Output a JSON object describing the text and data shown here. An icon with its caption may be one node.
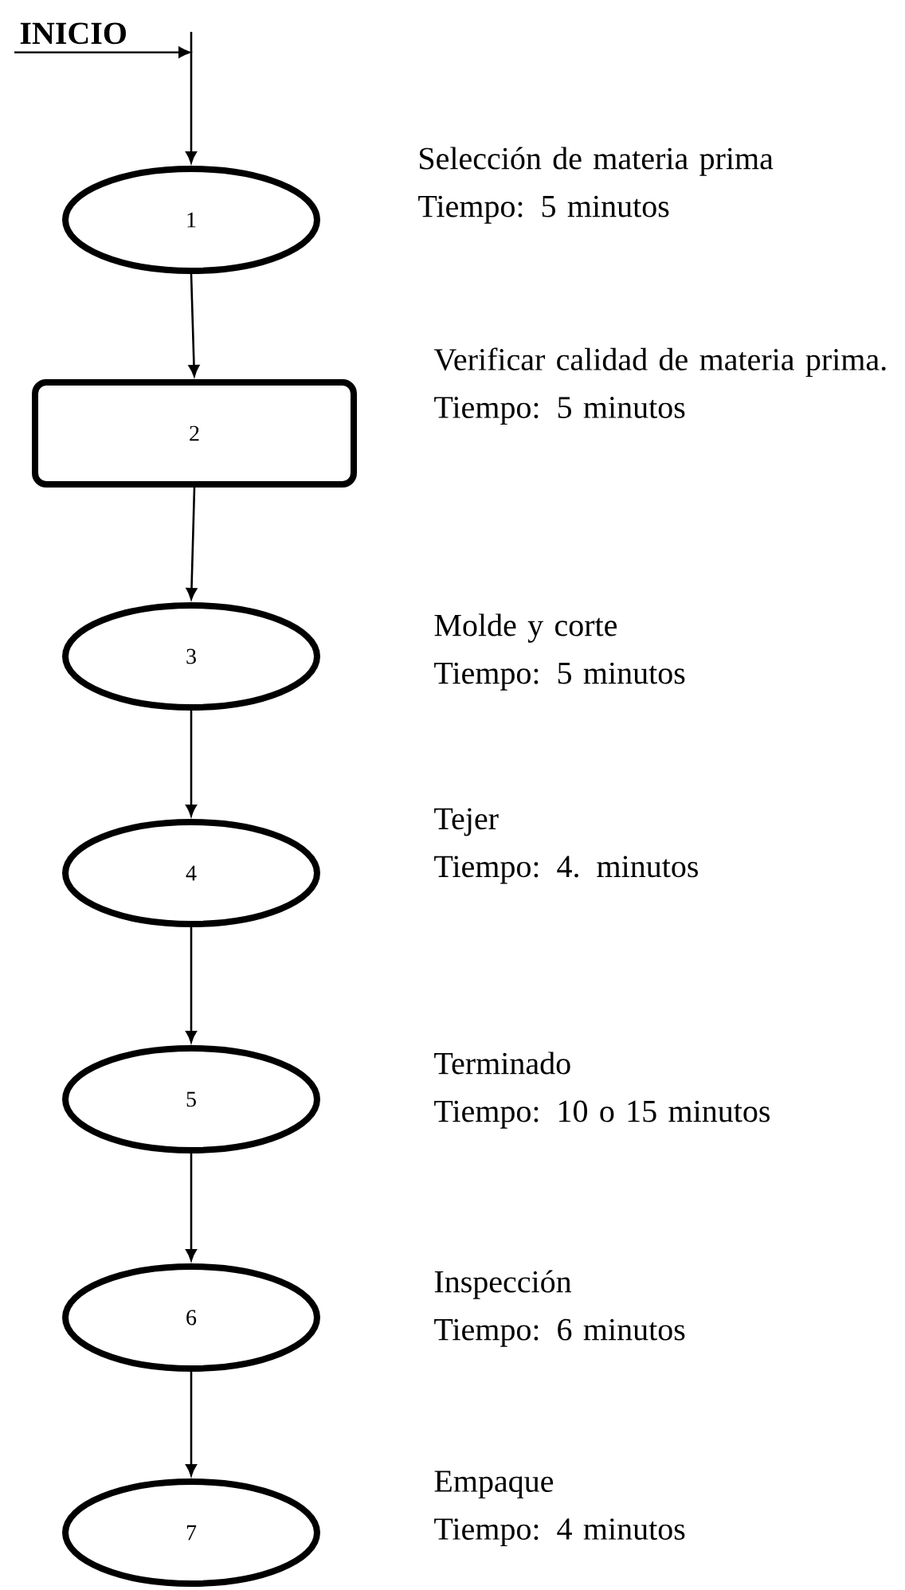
{
  "diagram": {
    "nodes": [
      {
        "text": [
          "INICIO"
        ]
      },
      {
        "text": [
          "1"
        ],
        "beside": [
          "Selección de materia prima",
          "Tiempo: 5 minutos"
        ]
      },
      {
        "text": [
          "2"
        ],
        "beside": [
          "Verificar calidad de materia prima.",
          "Tiempo: 5 minutos"
        ]
      },
      {
        "text": [
          "3"
        ],
        "beside": [
          "Molde y corte",
          "Tiempo: 5 minutos"
        ]
      },
      {
        "text": [
          "4"
        ],
        "beside": [
          "Tejer",
          "Tiempo:  4. minutos"
        ]
      },
      {
        "text": [
          "5"
        ],
        "beside": [
          "Terminado",
          "Tiempo: 10 o 15 minutos"
        ]
      },
      {
        "text": [
          "6"
        ],
        "beside": [
          "Inspección",
          "Tiempo: 6 minutos"
        ]
      },
      {
        "text": [
          "7"
        ],
        "beside": [
          "Empaque",
          "Tiempo: 4 minutos"
        ]
      }
    ],
    "edges": [
      {
        "from": 0,
        "to": null,
        "arrow": "to"
      },
      {
        "from": null,
        "to": 1,
        "arrow": "to"
      },
      {
        "from": 1,
        "to": 2,
        "arrow": "to"
      },
      {
        "from": 2,
        "to": 3,
        "arrow": "to"
      },
      {
        "from": 3,
        "to": 4,
        "arrow": "to"
      },
      {
        "from": 4,
        "to": 5,
        "arrow": "to"
      },
      {
        "from": 5,
        "to": 6,
        "arrow": "to"
      },
      {
        "from": 6,
        "to": 7,
        "arrow": "to"
      }
    ]
  }
}
